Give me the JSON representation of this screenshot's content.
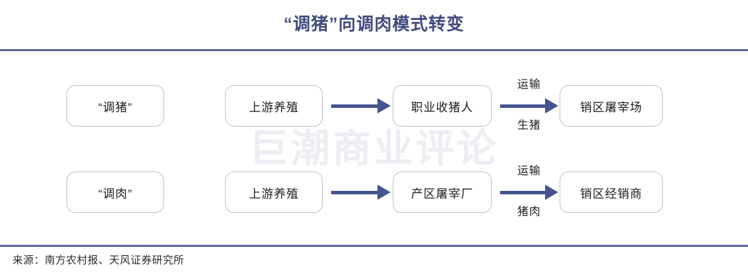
{
  "title": "“调猪”向调肉模式转变",
  "watermark": "巨潮商业评论",
  "source": "来源：南方农村报、天风证券研究所",
  "colors": {
    "title": "#3f4c7e",
    "rule": "#5a679f",
    "arrow": "#44548f",
    "node_border": "#bfc0d4",
    "node_text": "#1c1c1c",
    "watermark": "#eceef3",
    "background": "#ffffff"
  },
  "diagram": {
    "type": "flow",
    "rows": [
      {
        "id": "row-tiao-zhu",
        "nodes": [
          {
            "label": "“调猪”"
          },
          {
            "label": "上游养殖"
          },
          {
            "label": "职业收猪人"
          },
          {
            "label": "销区屠宰场"
          }
        ],
        "arrows": [
          {
            "from": 1,
            "to": 2,
            "label_above": "",
            "label_below": ""
          },
          {
            "from": 2,
            "to": 3,
            "label_above": "运输",
            "label_below": "生猪"
          }
        ]
      },
      {
        "id": "row-tiao-rou",
        "nodes": [
          {
            "label": "“调肉”"
          },
          {
            "label": "上游养殖"
          },
          {
            "label": "产区屠宰厂"
          },
          {
            "label": "销区经销商"
          }
        ],
        "arrows": [
          {
            "from": 1,
            "to": 2,
            "label_above": "",
            "label_below": ""
          },
          {
            "from": 2,
            "to": 3,
            "label_above": "运输",
            "label_below": "猪肉"
          }
        ]
      }
    ]
  }
}
